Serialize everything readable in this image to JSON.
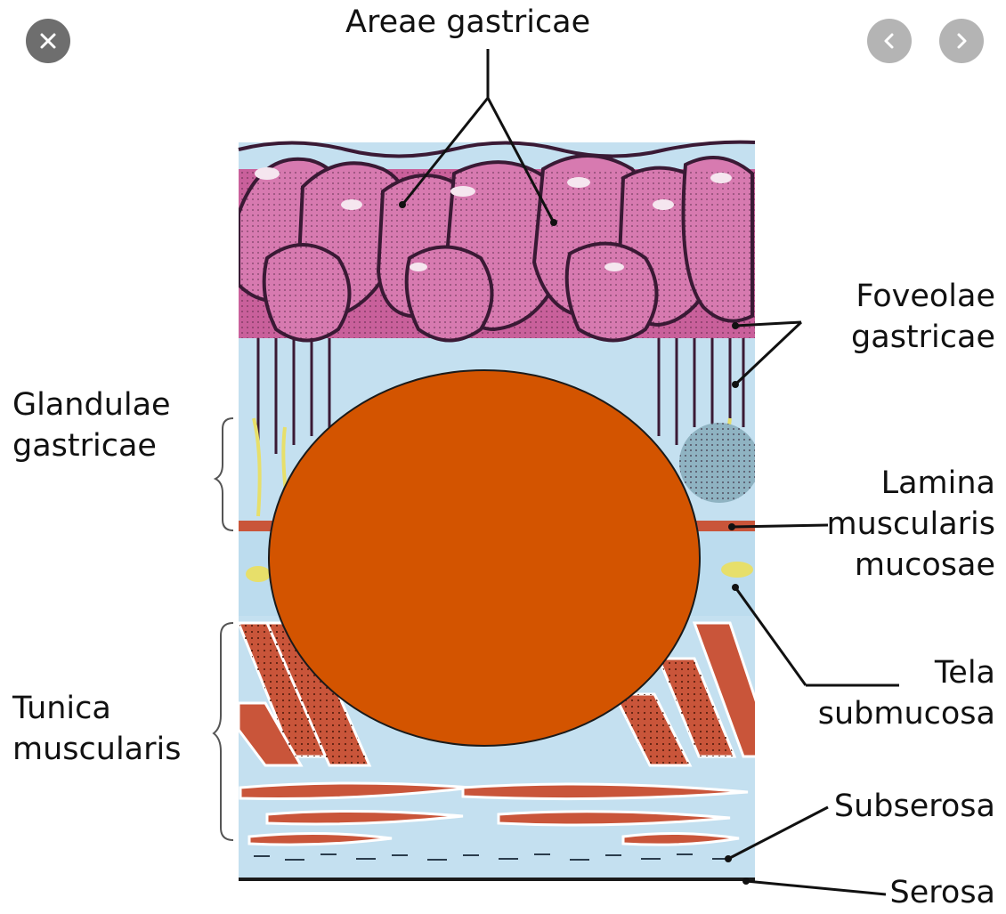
{
  "viewer": {
    "close_icon": "close-icon",
    "prev_icon": "chevron-left-icon",
    "next_icon": "chevron-right-icon"
  },
  "labels": {
    "areae_gastricae": "Areae gastricae",
    "foveolae_gastricae": [
      "Foveolae",
      "gastricae"
    ],
    "glandulae_gastricae": [
      "Glandulae",
      "gastricae"
    ],
    "lamina_muscularis_mucosae": [
      "Lamina",
      "muscularis",
      "mucosae"
    ],
    "tela_submucosa": [
      "Tela",
      "submucosa"
    ],
    "tunica_muscularis": [
      "Tunica",
      "muscularis"
    ],
    "subserosa": "Subserosa",
    "serosa": "Serosa"
  },
  "colors": {
    "mucosa": "#c9609b",
    "mucosa_dark": "#3a1a35",
    "submucosa": "#b9dbee",
    "muscle": "#c9553a",
    "gland_yellow": "#e7df6a",
    "occluder": "#d35400",
    "nav_button": "#b4b4b4",
    "close_button": "#6e6e6e"
  }
}
